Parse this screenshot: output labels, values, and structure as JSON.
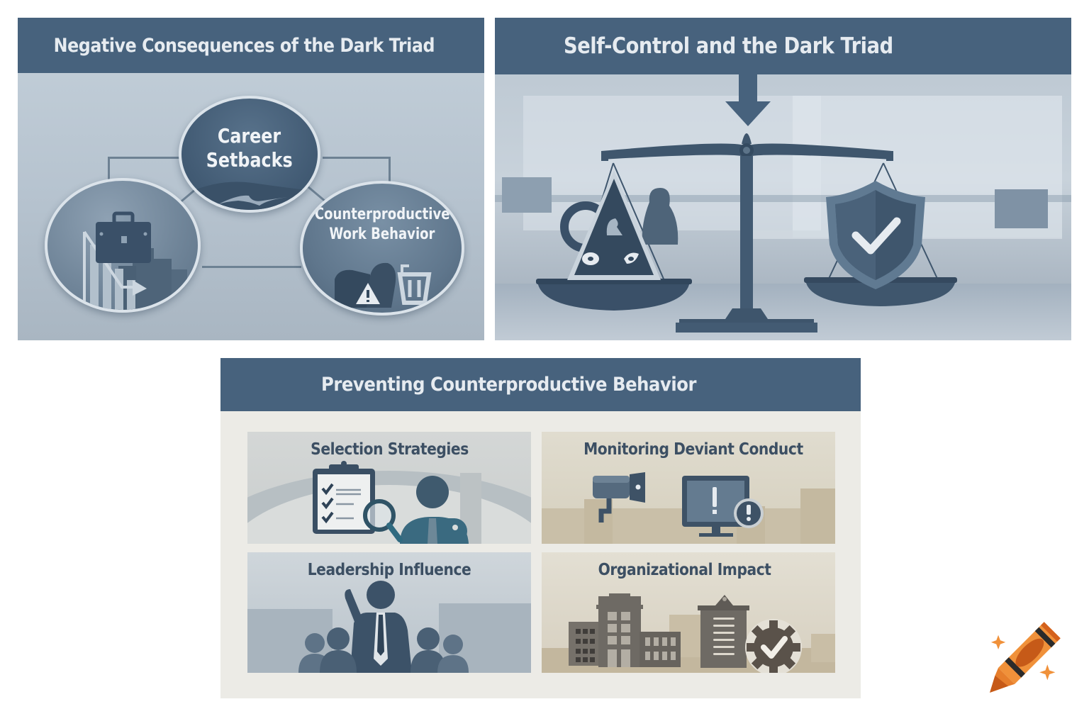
{
  "panels": {
    "negative_consequences": {
      "title": "Negative Consequences of the Dark Triad",
      "nodes": [
        {
          "label_line1": "Career",
          "label_line2": "Setbacks",
          "icon": "mountain-path-icon"
        },
        {
          "label": "",
          "icon": "declining-chart-briefcase-icon"
        },
        {
          "label_line1": "Counterproductive",
          "label_line2": "Work Behavior",
          "icon": "warning-trash-icon"
        }
      ]
    },
    "self_control": {
      "title": "Self-Control and the Dark Triad",
      "left_pan_icon": "dark-triad-triangle-icon",
      "right_pan_icon": "shield-check-icon"
    },
    "preventing": {
      "title": "Preventing Counterproductive Behavior",
      "cards": [
        {
          "title": "Selection Strategies",
          "icon": "clipboard-magnifier-person-icon"
        },
        {
          "title": "Monitoring Deviant Conduct",
          "icon": "camera-monitor-alert-icon"
        },
        {
          "title": "Leadership Influence",
          "icon": "leader-group-icon"
        },
        {
          "title": "Organizational Impact",
          "icon": "buildings-gear-check-icon"
        }
      ]
    }
  },
  "colors": {
    "header_blue": "#47627d",
    "header_text": "#e6ebf0",
    "card_title": "#3c4f63",
    "logo_orange": "#f0913a"
  }
}
